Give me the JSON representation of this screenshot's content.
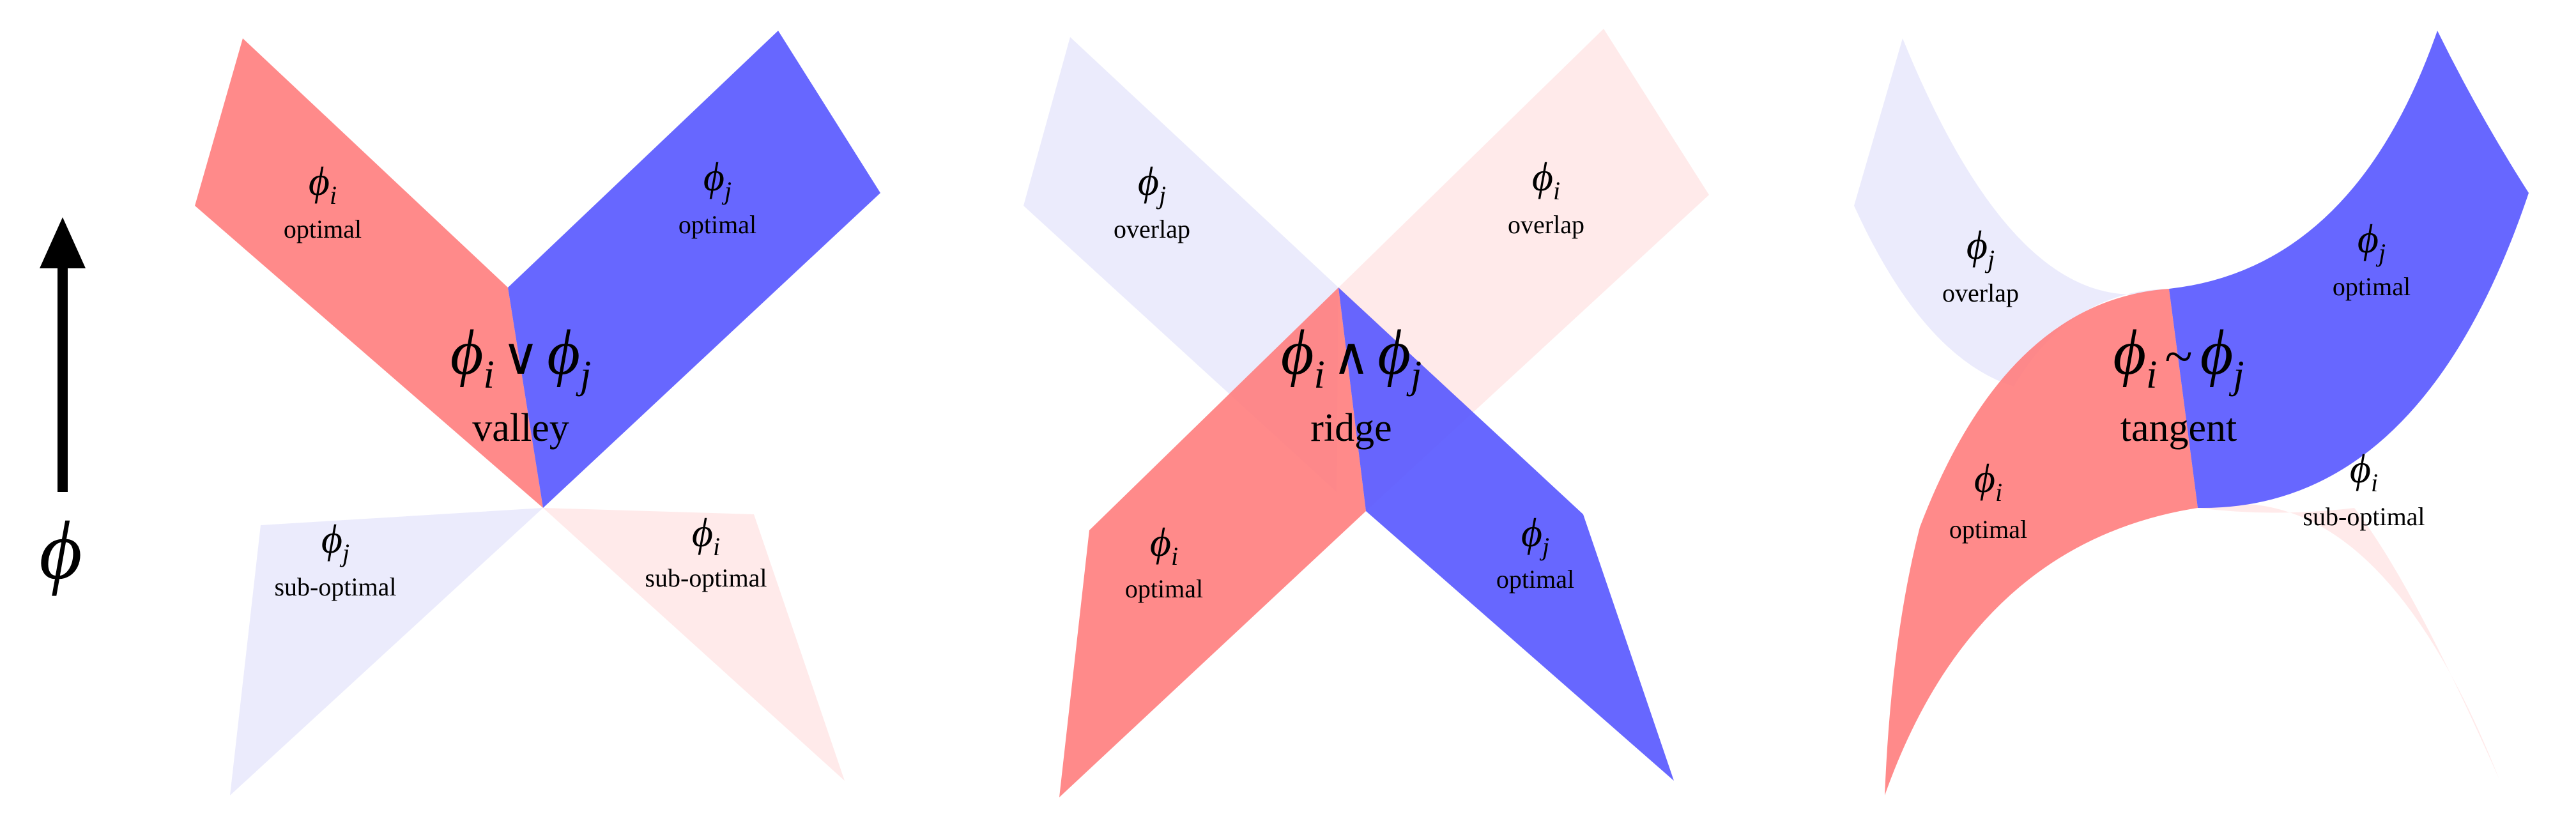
{
  "colors": {
    "red": "#ff7a7a",
    "blue": "#5252ff",
    "light_red": "#ffe6e6",
    "light_blue": "#e7e7fc"
  },
  "axis": {
    "symbol": "ϕ"
  },
  "panels": [
    {
      "name": "valley",
      "center": {
        "left": "ϕ",
        "left_sub": "i",
        "op": "∨",
        "right": "ϕ",
        "right_sub": "j",
        "word": "valley"
      },
      "labels": [
        {
          "sym": "ϕ",
          "sub": "i",
          "text": "optimal"
        },
        {
          "sym": "ϕ",
          "sub": "j",
          "text": "optimal"
        },
        {
          "sym": "ϕ",
          "sub": "j",
          "text": "sub-optimal"
        },
        {
          "sym": "ϕ",
          "sub": "i",
          "text": "sub-optimal"
        }
      ]
    },
    {
      "name": "ridge",
      "center": {
        "left": "ϕ",
        "left_sub": "i",
        "op": "∧",
        "right": "ϕ",
        "right_sub": "j",
        "word": "ridge"
      },
      "labels": [
        {
          "sym": "ϕ",
          "sub": "j",
          "text": "overlap"
        },
        {
          "sym": "ϕ",
          "sub": "i",
          "text": "overlap"
        },
        {
          "sym": "ϕ",
          "sub": "i",
          "text": "optimal"
        },
        {
          "sym": "ϕ",
          "sub": "j",
          "text": "optimal"
        }
      ]
    },
    {
      "name": "tangent",
      "center": {
        "left": "ϕ",
        "left_sub": "i",
        "op": "~",
        "right": "ϕ",
        "right_sub": "j",
        "word": "tangent"
      },
      "labels": [
        {
          "sym": "ϕ",
          "sub": "j",
          "text": "overlap"
        },
        {
          "sym": "ϕ",
          "sub": "j",
          "text": "optimal"
        },
        {
          "sym": "ϕ",
          "sub": "i",
          "text": "optimal"
        },
        {
          "sym": "ϕ",
          "sub": "i",
          "text": "sub-optimal"
        }
      ]
    }
  ]
}
